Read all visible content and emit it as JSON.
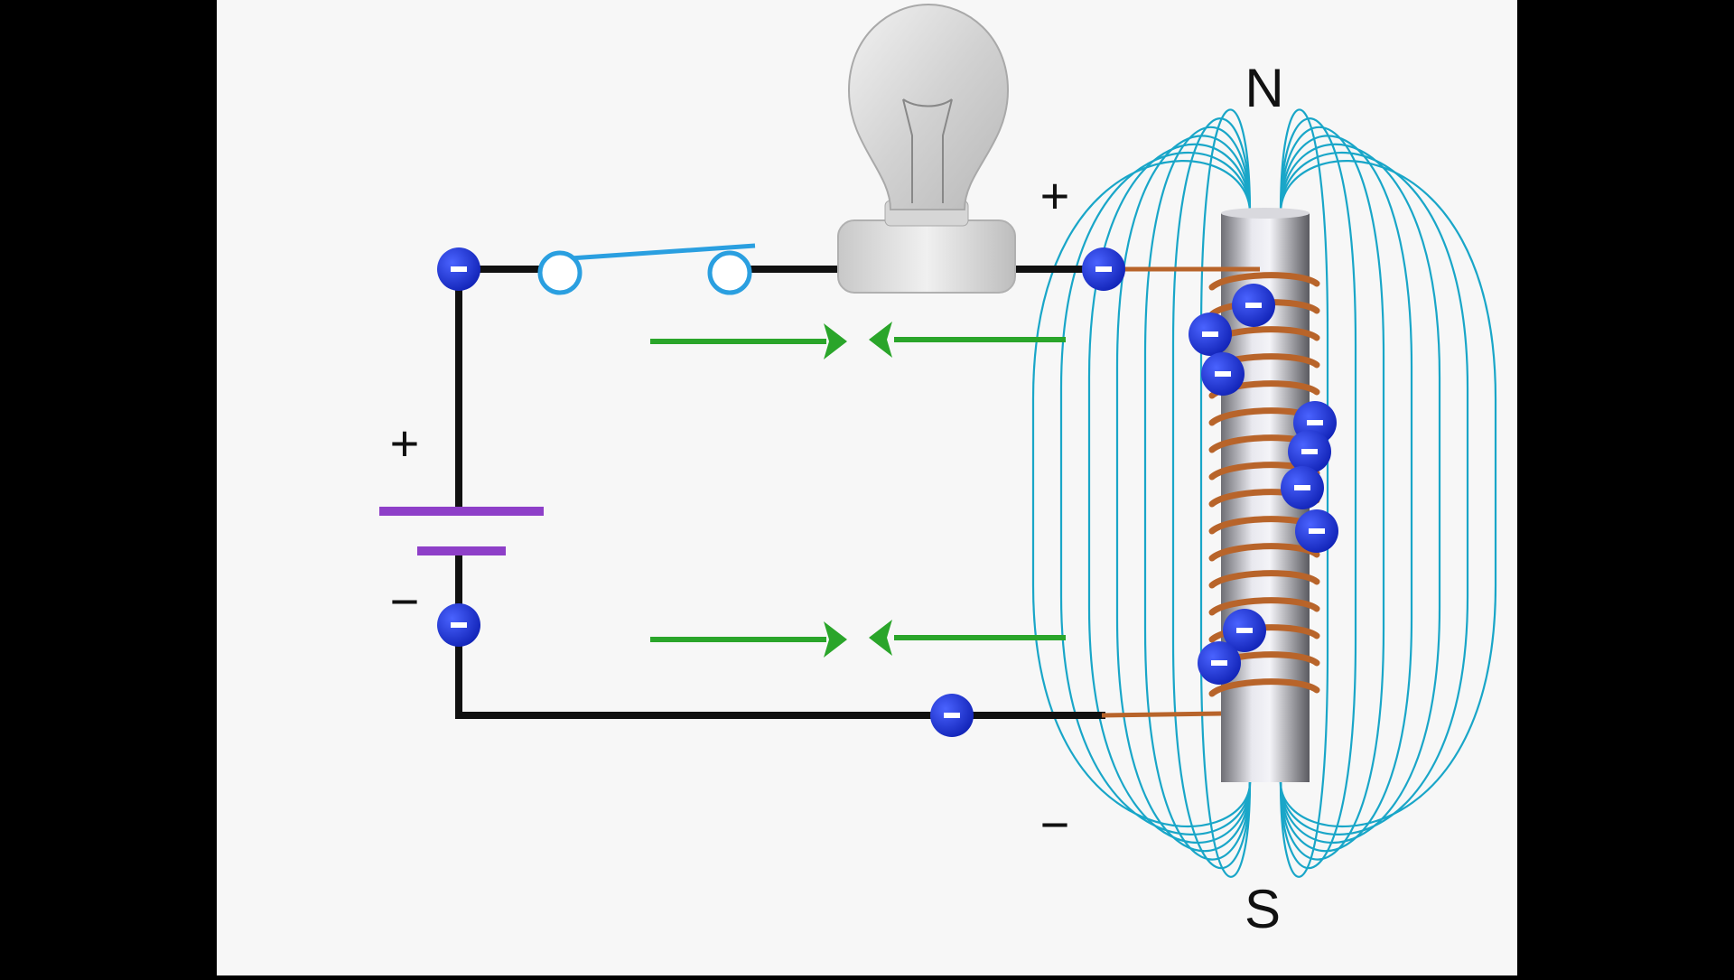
{
  "diagram": {
    "labels": {
      "north_pole": "N",
      "south_pole": "S",
      "battery_plus": "+",
      "battery_minus": "−",
      "coil_plus": "+",
      "coil_minus": "−"
    },
    "components": [
      "battery",
      "switch",
      "light-bulb",
      "electromagnet-coil",
      "iron-core",
      "magnetic-field-lines",
      "electrons",
      "current-arrows"
    ],
    "switch_state": "open",
    "electron_symbol": "−",
    "colors": {
      "background": "#f7f7f7",
      "letterbox": "#000000",
      "wire": "#111111",
      "electron": "#1a2fd6",
      "field_lines": "#19a6c8",
      "battery_plates": "#8e3fc8",
      "arrows": "#2aa52a",
      "switch": "#2a9fe0",
      "copper": "#b8642a"
    }
  }
}
